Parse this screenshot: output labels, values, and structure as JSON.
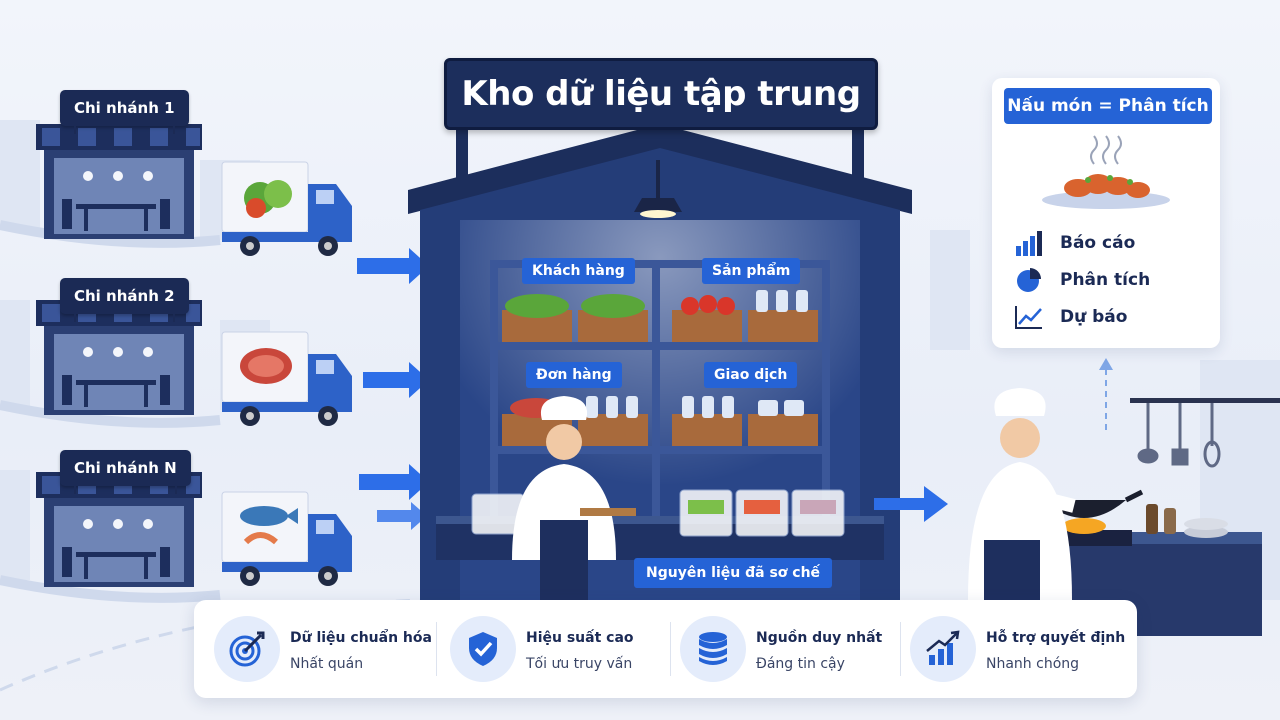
{
  "warehouse": {
    "title": "Kho dữ liệu tập trung",
    "shelves": [
      "Khách hàng",
      "Sản phẩm",
      "Đơn hàng",
      "Giao dịch"
    ],
    "prep_label": "Nguyên liệu đã sơ chế"
  },
  "branches": [
    {
      "label": "Chi nhánh 1",
      "cargo": "vegetables"
    },
    {
      "label": "Chi nhánh 2",
      "cargo": "meat"
    },
    {
      "label": "Chi nhánh N",
      "cargo": "seafood"
    }
  ],
  "analytics": {
    "title": "Nấu món = Phân tích",
    "items": [
      {
        "label": "Báo cáo",
        "icon": "bar-chart-icon"
      },
      {
        "label": "Phân tích",
        "icon": "pie-chart-icon"
      },
      {
        "label": "Dự báo",
        "icon": "line-chart-icon"
      }
    ]
  },
  "benefits": [
    {
      "title": "Dữ liệu chuẩn hóa",
      "subtitle": "Nhất quán",
      "icon": "target-icon"
    },
    {
      "title": "Hiệu suất cao",
      "subtitle": "Tối ưu truy vấn",
      "icon": "shield-check-icon"
    },
    {
      "title": "Nguồn duy nhất",
      "subtitle": "Đáng tin cậy",
      "icon": "database-icon"
    },
    {
      "title": "Hỗ trợ quyết định",
      "subtitle": "Nhanh chóng",
      "icon": "growth-chart-icon"
    }
  ],
  "colors": {
    "navy": "#1b2a55",
    "accent": "#2563d6",
    "light": "#e4ecfb"
  }
}
